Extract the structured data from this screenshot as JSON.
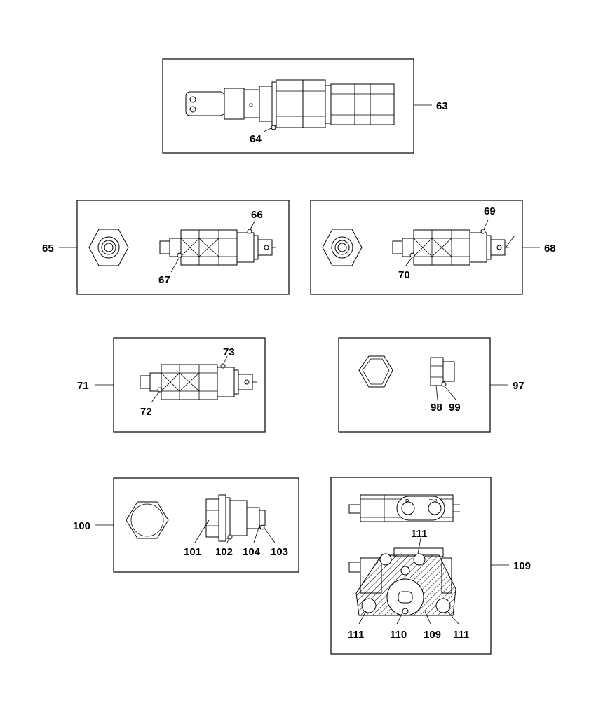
{
  "callouts": {
    "c63": "63",
    "c64": "64",
    "c65": "65",
    "c66": "66",
    "c67": "67",
    "c68": "68",
    "c69": "69",
    "c70": "70",
    "c71": "71",
    "c72": "72",
    "c73": "73",
    "c97": "97",
    "c98": "98",
    "c99": "99",
    "c100": "100",
    "c101": "101",
    "c102": "102",
    "c103": "103",
    "c104": "104",
    "c109": "109",
    "c109b": "109",
    "c110": "110",
    "c111a": "111",
    "c111b": "111",
    "c111c": "111"
  },
  "port_labels": {
    "p": "P",
    "tr2": "Tr2"
  }
}
